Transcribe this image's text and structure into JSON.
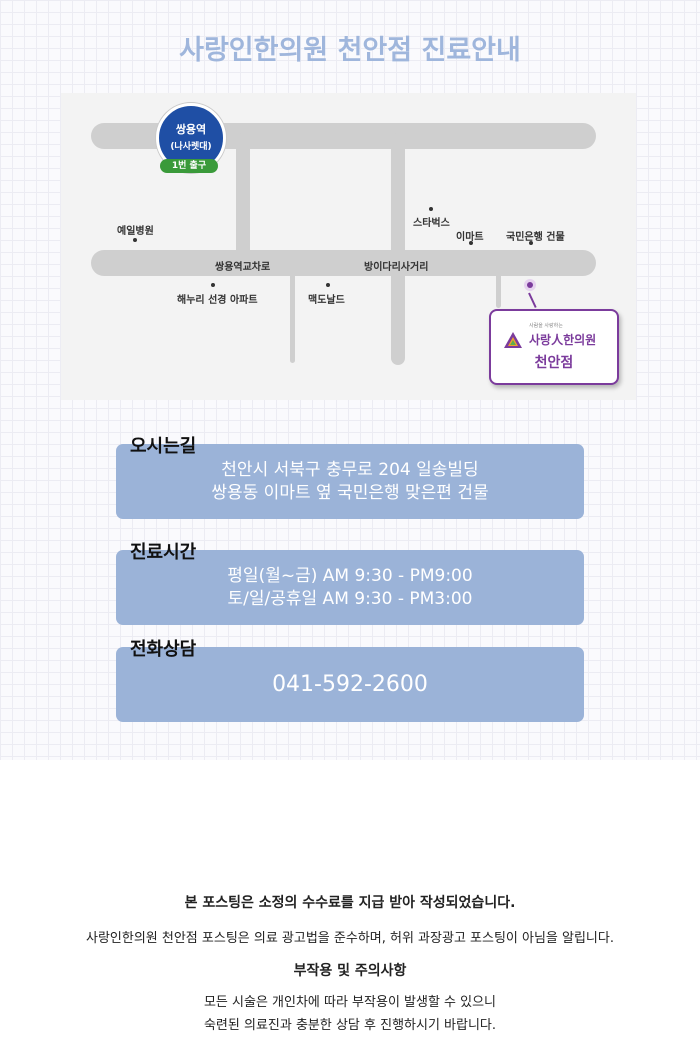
{
  "title": "사랑인한의원 천안점 진료안내",
  "map": {
    "station_name": "쌍용역",
    "station_sub": "(나사렛대)",
    "exit_label": "1번 출구",
    "labels": {
      "hospital": "예일병원",
      "intersection1": "쌍용역교차로",
      "intersection2": "방이다리사거리",
      "starbucks": "스타벅스",
      "emart": "이마트",
      "bank": "국민은행 건물",
      "apartment": "해누리 선경 아파트",
      "mcdonalds": "맥도날드"
    },
    "brand_small": "사람을 사랑하는",
    "brand": "사랑人한의원",
    "branch": "천안점"
  },
  "info": {
    "location": {
      "heading": "오시는길",
      "line1": "천안시 서북구 충무로 204 일송빌딩",
      "line2": "쌍용동 이마트 옆 국민은행 맞은편 건물"
    },
    "hours": {
      "heading": "진료시간",
      "line1": "평일(월~금) AM 9:30 - PM9:00",
      "line2": "토/일/공휴일 AM 9:30 - PM3:00"
    },
    "phone": {
      "heading": "전화상담",
      "number": "041-592-2600"
    }
  },
  "footer": {
    "line1": "본 포스팅은 소정의 수수료를 지급 받아 작성되었습니다.",
    "line2": "사랑인한의원 천안점 포스팅은 의료 광고법을 준수하며, 허위 과장광고 포스팅이 아님을 알립니다.",
    "line3": "부작용 및 주의사항",
    "line4": "모든 시술은 개인차에 따라 부작용이 발생할 수 있으니",
    "line5": "숙련된 의료진과 충분한 상담 후 진행하시기 바랍니다."
  },
  "colors": {
    "title": "#9fb6dc",
    "box": "#9bb3d8",
    "station": "#1f4fa5",
    "exit": "#3a9a3a",
    "brand": "#7b3b9c"
  }
}
